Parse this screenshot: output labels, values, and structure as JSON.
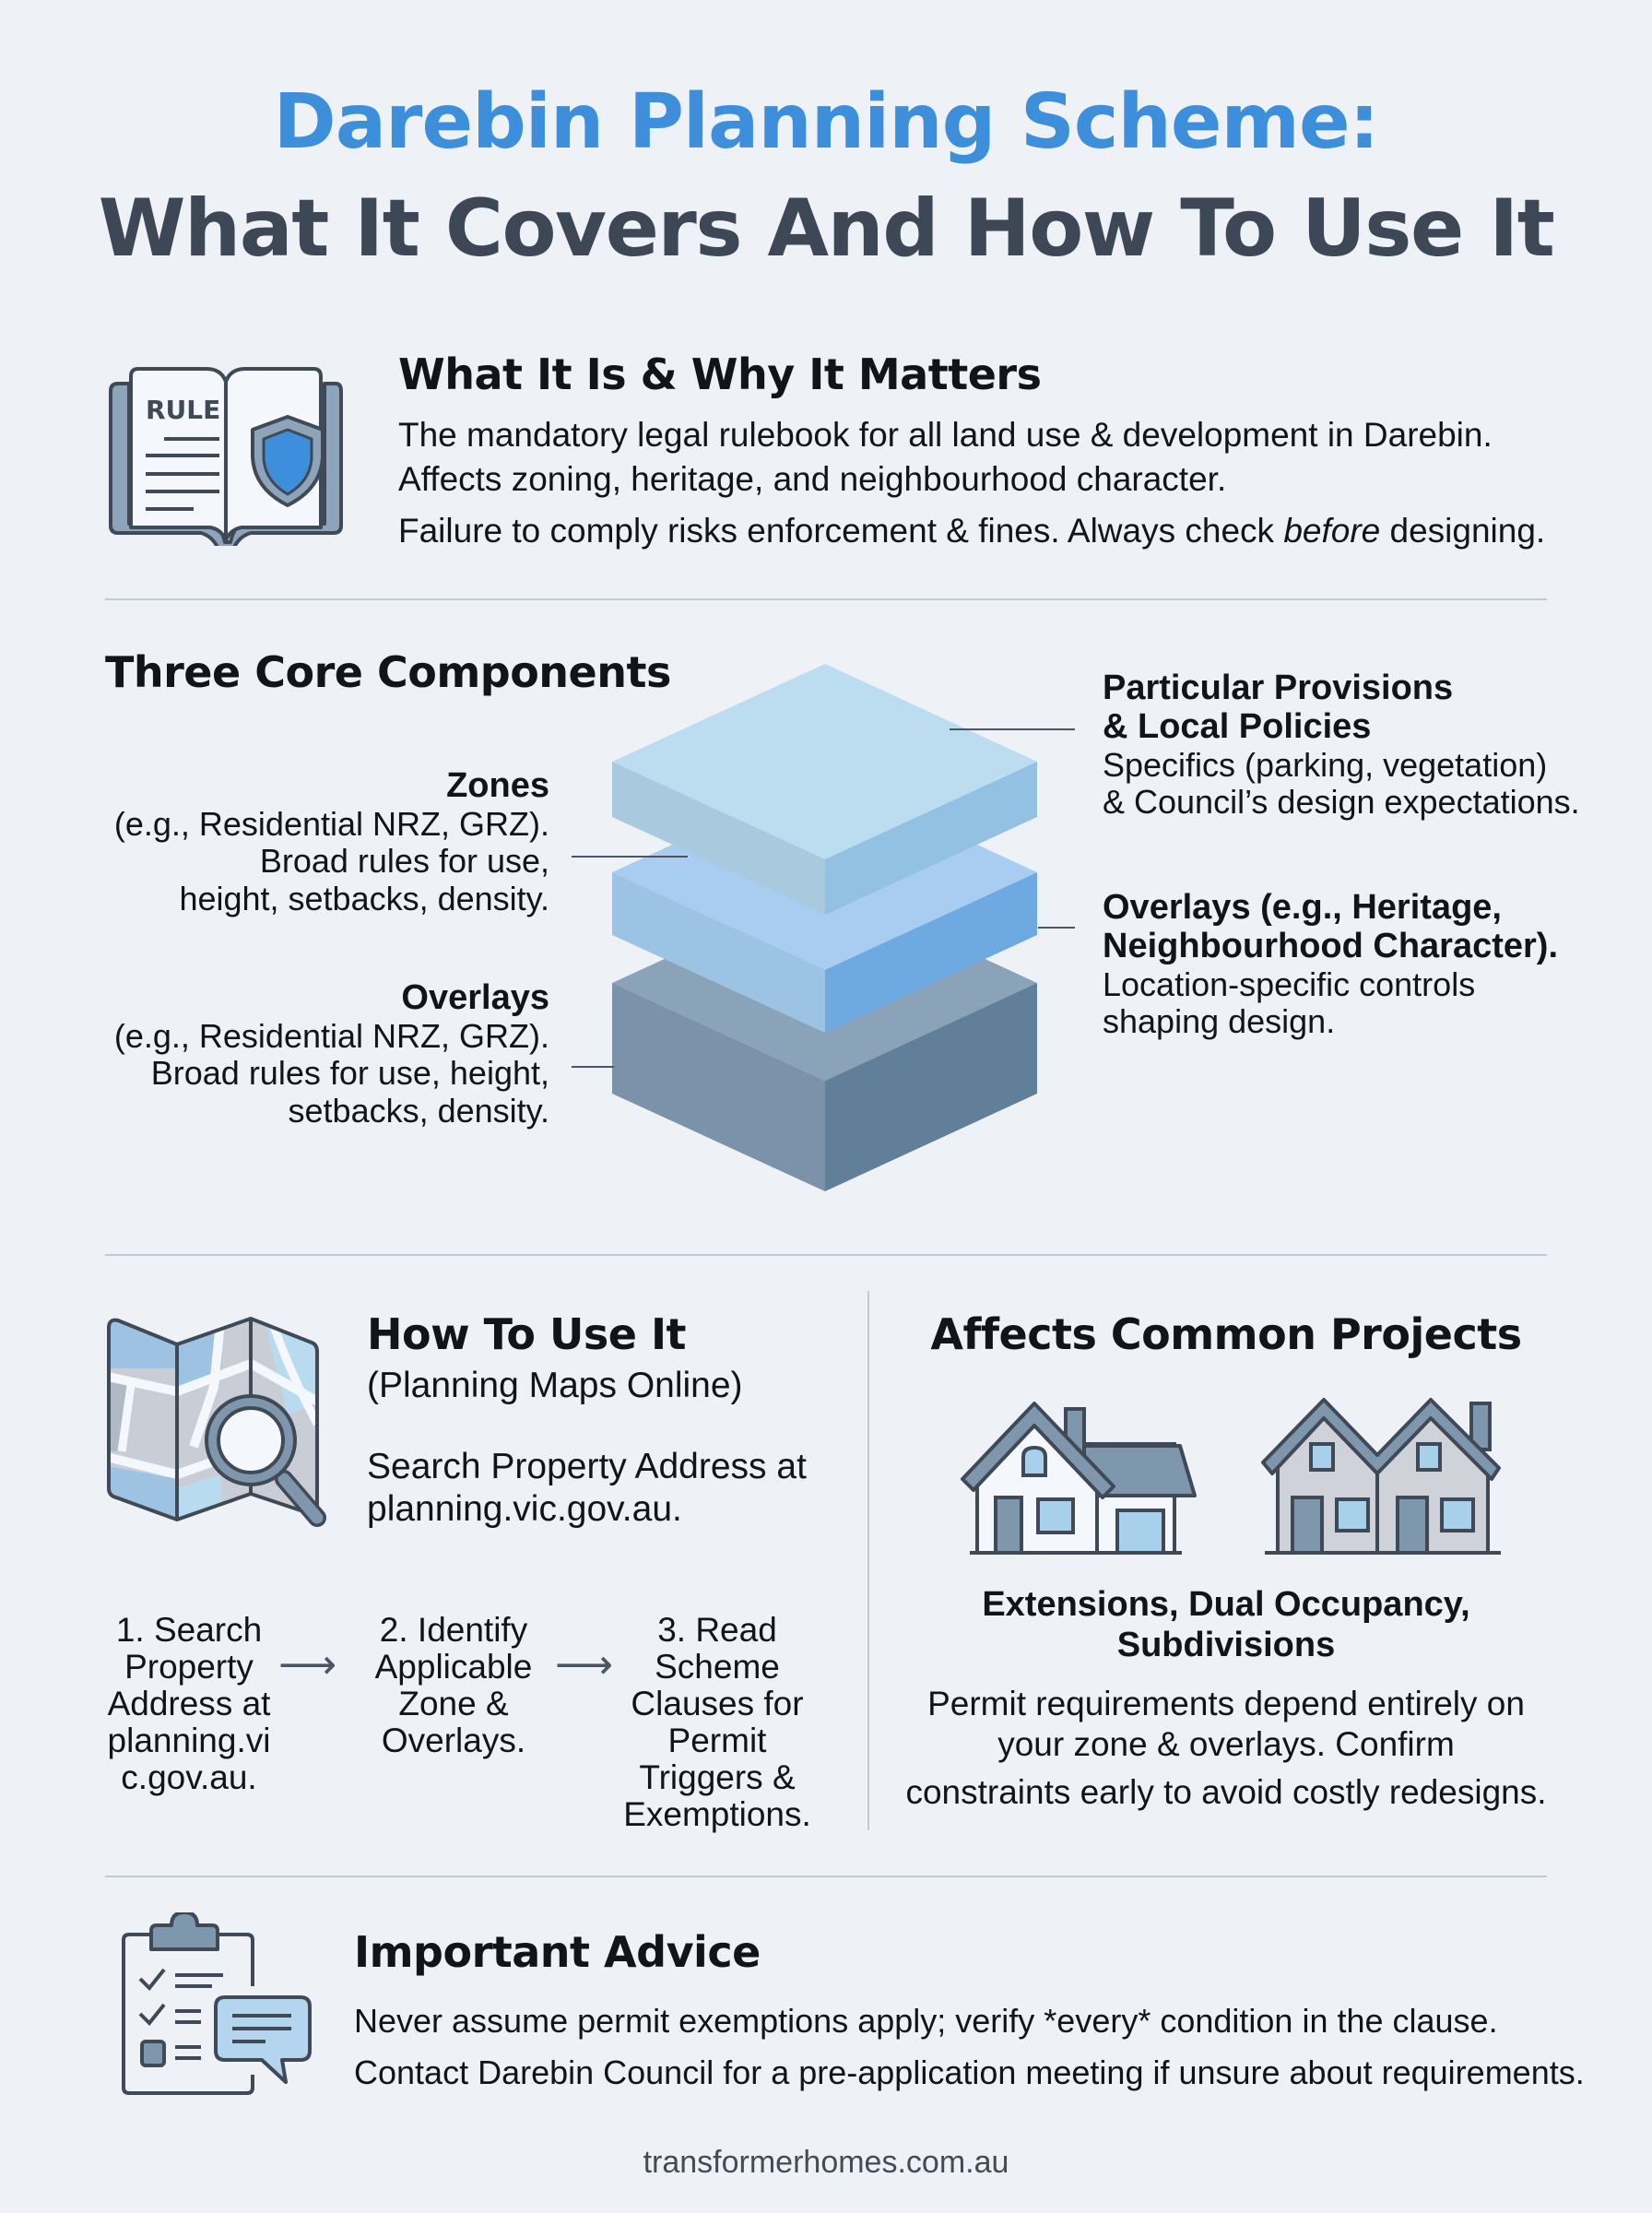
{
  "header": {
    "title_line1": "Darebin Planning Scheme:",
    "title_line2": "What It Covers And How To Use It"
  },
  "colors": {
    "background": "#eef2f7",
    "accent_blue": "#3d8fdc",
    "title_dark": "#3e4756",
    "icon_stroke": "#3f4a56",
    "icon_fill_slate": "#7f97ad",
    "icon_fill_light_blue": "#a9d0ea",
    "divider": "#c3c9d2"
  },
  "what_it_is": {
    "icon": "rule-book-shield-icon",
    "icon_label": "RULE",
    "heading": "What It Is & Why It Matters",
    "line1": "The mandatory legal rulebook for all land use & development in Darebin.",
    "line2": "Affects zoning, heritage, and neighbourhood character.",
    "line3_prefix": "Failure to comply risks enforcement & fines. Always check ",
    "line3_emphasis": "before",
    "line3_suffix": " designing."
  },
  "core_components": {
    "heading": "Three Core Components",
    "diagram": "stacked-layers-diagram",
    "left_labels": [
      {
        "title": "Zones",
        "lines": [
          "(e.g., Residential NRZ, GRZ).",
          "Broad rules for use,",
          "height, setbacks, density."
        ]
      },
      {
        "title": "Overlays",
        "lines": [
          "(e.g., Residential NRZ, GRZ).",
          "Broad rules for use, height,",
          "setbacks, density."
        ]
      }
    ],
    "right_labels": [
      {
        "title_lines": [
          "Particular Provisions",
          "& Local Policies"
        ],
        "lines": [
          "Specifics (parking, vegetation)",
          "& Council’s design expectations."
        ]
      },
      {
        "title_lines": [
          "Overlays (e.g., Heritage,",
          "Neighbourhood Character)."
        ],
        "lines": [
          "Location-specific controls",
          "shaping design."
        ]
      }
    ]
  },
  "how_to_use": {
    "icon": "map-magnifier-icon",
    "heading": "How To Use It",
    "subheading": "(Planning Maps Online)",
    "desc_line1": "Search Property Address at",
    "desc_line2": "planning.vic.gov.au.",
    "steps": [
      {
        "lines": [
          "1. Search",
          "Property",
          "Address at",
          "planning.vi",
          "c.gov.au."
        ]
      },
      {
        "lines": [
          "2. Identify",
          "Applicable",
          "Zone &",
          "Overlays."
        ]
      },
      {
        "lines": [
          "3. Read",
          "Scheme",
          "Clauses for",
          "Permit",
          "Triggers &",
          "Exemptions."
        ]
      }
    ],
    "arrow_glyph": "⟶"
  },
  "common_projects": {
    "heading": "Affects Common Projects",
    "icons": [
      "house-extension-icon",
      "dual-occupancy-icon"
    ],
    "subtitle_line1": "Extensions, Dual Occupancy,",
    "subtitle_line2": "Subdivisions",
    "desc_line1": "Permit requirements depend entirely on",
    "desc_line2": "your zone & overlays. Confirm",
    "desc_line3": "constraints early to avoid costly redesigns."
  },
  "advice": {
    "icon": "clipboard-checklist-chat-icon",
    "heading": "Important Advice",
    "line1": "Never assume permit exemptions apply; verify *every* condition in the clause.",
    "line2": "Contact Darebin Council for a pre-application meeting if unsure about requirements."
  },
  "footer": {
    "site": "transformerhomes.com.au"
  }
}
